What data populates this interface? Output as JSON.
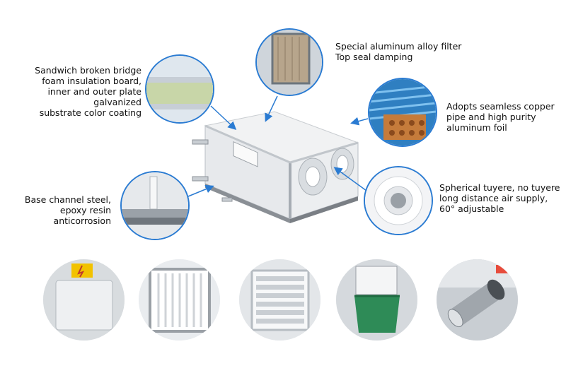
{
  "callouts": [
    {
      "id": "insulation",
      "text": "Sandwich broken bridge\nfoam insulation board,\ninner and outer plate galvanized\nsubstrate color coating"
    },
    {
      "id": "filter",
      "text": "Special aluminum alloy filter\nTop seal damping"
    },
    {
      "id": "copper",
      "text": "Adopts seamless copper\npipe and high purity\naluminum foil"
    },
    {
      "id": "base",
      "text": "Base channel steel,\nepoxy resin anticorrosion"
    },
    {
      "id": "tuyere",
      "text": "Spherical tuyere, no tuyere\nlong distance air supply,\n60° adjustable"
    }
  ],
  "colors": {
    "accent": "#2a7bd2",
    "warning": "#f2c200"
  },
  "thumbnails": [
    {
      "name": "electrical-box-icon"
    },
    {
      "name": "panel-filter-icon"
    },
    {
      "name": "louver-grille-icon"
    },
    {
      "name": "bag-filter-icon"
    },
    {
      "name": "duct-connector-icon"
    }
  ]
}
